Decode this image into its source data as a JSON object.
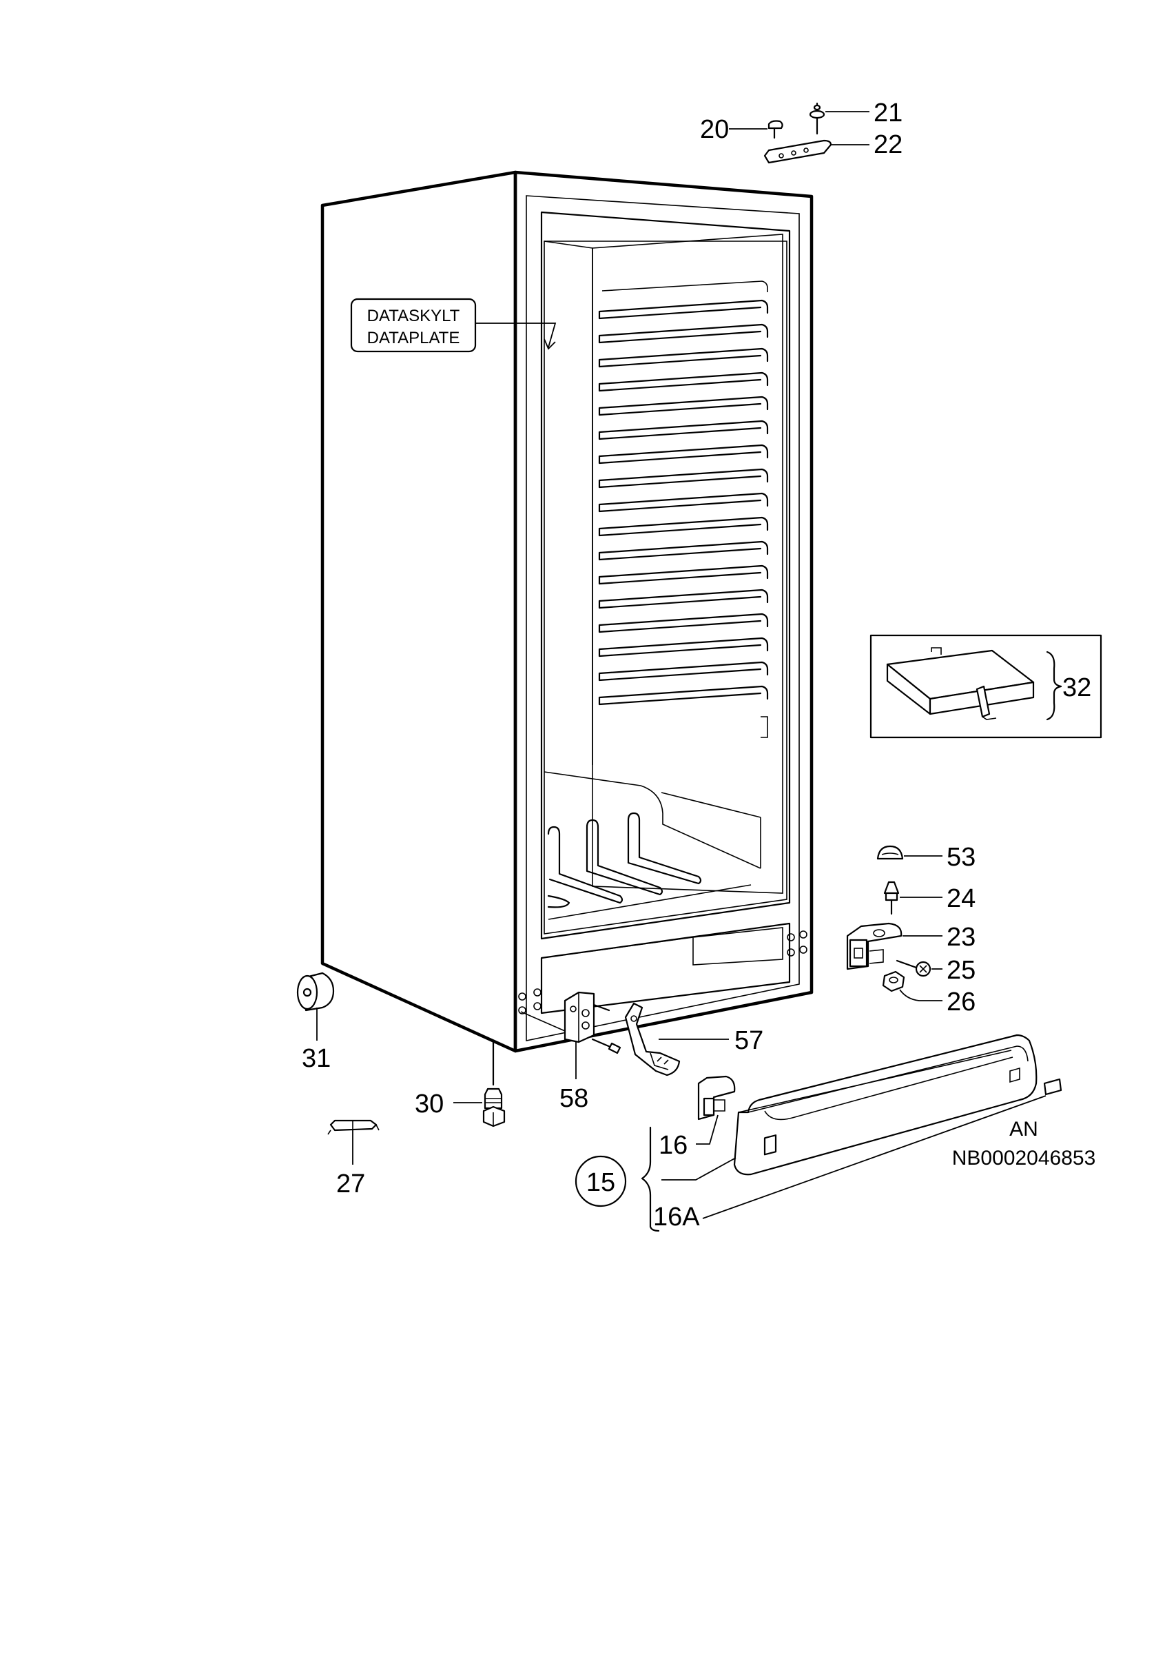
{
  "dataplate": {
    "line1": "DATASKYLT",
    "line2": "DATAPLATE"
  },
  "parts": {
    "p20": "20",
    "p21": "21",
    "p22": "22",
    "p32": "32",
    "p53": "53",
    "p24": "24",
    "p23": "23",
    "p25": "25",
    "p26": "26",
    "p57": "57",
    "p58": "58",
    "p31": "31",
    "p30": "30",
    "p27": "27",
    "p15": "15",
    "p16": "16",
    "p16a": "16A"
  },
  "code": {
    "line1": "AN",
    "line2": "NB0002046853"
  }
}
